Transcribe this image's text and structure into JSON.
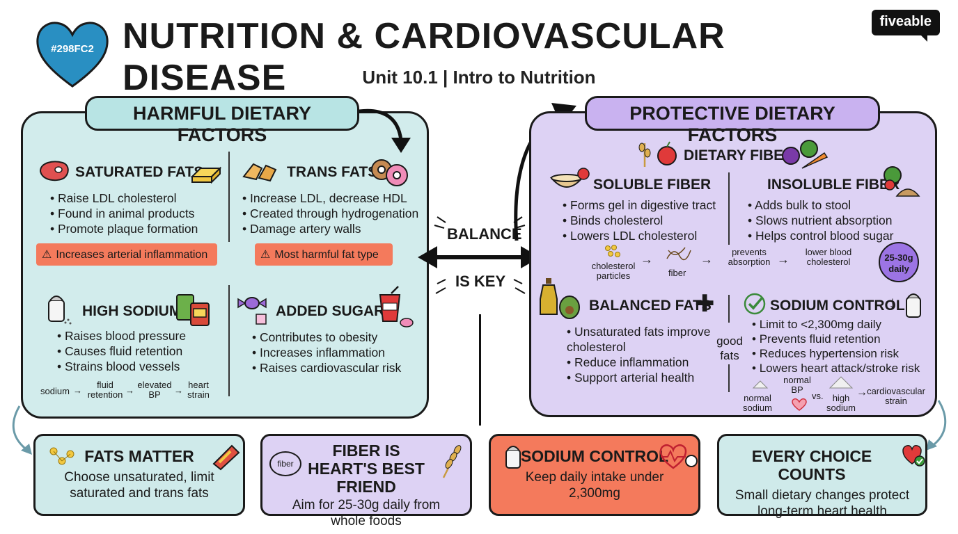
{
  "header": {
    "heart_tag": "#298FC2",
    "title": "NUTRITION & CARDIOVASCULAR DISEASE",
    "subtitle": "Unit 10.1 | Intro to Nutrition",
    "logo": "fiveable"
  },
  "center": {
    "balance": "BALANCE",
    "is_key": "IS KEY"
  },
  "harmful": {
    "title": "HARMFUL DIETARY FACTORS",
    "saturated": {
      "heading": "SATURATED FATS",
      "bullets": [
        "Raise LDL cholesterol",
        "Found in animal products",
        "Promote plaque formation"
      ],
      "warning": "Increases arterial inflammation"
    },
    "trans": {
      "heading": "TRANS FATS",
      "bullets": [
        "Increase LDL, decrease HDL",
        "Created through hydrogenation",
        "Damage artery walls"
      ],
      "warning": "Most harmful fat type"
    },
    "sodium": {
      "heading": "HIGH SODIUM",
      "bullets": [
        "Raises blood pressure",
        "Causes fluid retention",
        "Strains blood vessels"
      ],
      "flow": [
        "sodium",
        "fluid retention",
        "elevated BP",
        "heart strain"
      ]
    },
    "sugars": {
      "heading": "ADDED SUGARS",
      "bullets": [
        "Contributes to obesity",
        "Increases inflammation",
        "Raises cardiovascular risk"
      ]
    }
  },
  "protective": {
    "title": "PROTECTIVE DIETARY FACTORS",
    "fiber_heading": "DIETARY FIBER",
    "soluble": {
      "heading": "SOLUBLE FIBER",
      "bullets": [
        "Forms gel in digestive tract",
        "Binds cholesterol",
        "Lowers LDL cholesterol"
      ]
    },
    "insoluble": {
      "heading": "INSOLUBLE FIBER",
      "bullets": [
        "Adds bulk to stool",
        "Slows nutrient absorption",
        "Helps control blood sugar"
      ]
    },
    "fiber_flow": [
      "cholesterol particles",
      "fiber",
      "prevents absorption",
      "lower blood cholesterol"
    ],
    "fiber_badge": "25-30g daily",
    "balanced": {
      "heading": "BALANCED FATS",
      "bullets": [
        "Unsaturated fats improve cholesterol",
        "Reduce inflammation",
        "Support arterial health"
      ],
      "side_label": "good fats"
    },
    "sodium_control": {
      "heading": "SODIUM CONTROL",
      "bullets": [
        "Limit to <2,300mg daily",
        "Prevents fluid retention",
        "Reduces hypertension risk",
        "Lowers heart attack/stroke risk"
      ],
      "flow": [
        "normal sodium",
        "normal BP",
        "vs.",
        "high sodium",
        "cardiovascular strain"
      ]
    }
  },
  "cards": [
    {
      "heading": "FATS MATTER",
      "body": "Choose unsaturated, limit saturated and trans fats"
    },
    {
      "heading": "FIBER IS HEART'S BEST FRIEND",
      "body": "Aim for 25-30g daily from whole foods",
      "icon_label": "fiber"
    },
    {
      "heading": "SODIUM CONTROL",
      "body": "Keep daily intake under 2,300mg"
    },
    {
      "heading": "EVERY CHOICE COUNTS",
      "body": "Small dietary changes protect long-term heart health"
    }
  ],
  "colors": {
    "teal_panel": "#d2ecec",
    "lavender_panel": "#ddd2f4",
    "warning": "#f47a5c",
    "heart_badge": "#298FC2"
  }
}
